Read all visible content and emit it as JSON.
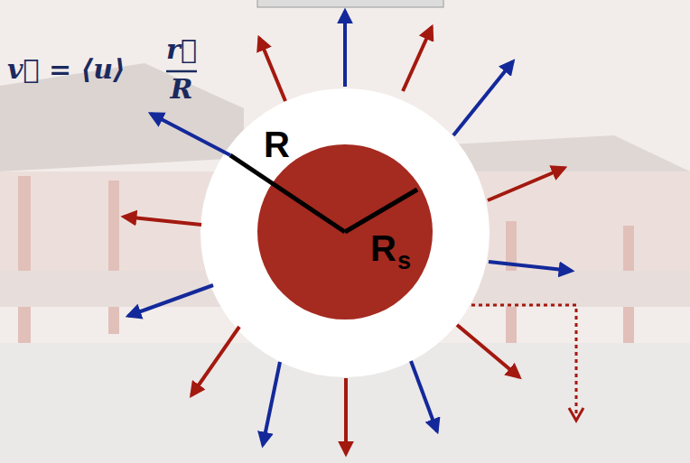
{
  "diagram": {
    "labels": [
      "v⃗ = ⟨u⟩",
      "r⃗",
      "R",
      "R",
      "R",
      "s"
    ]
  }
}
